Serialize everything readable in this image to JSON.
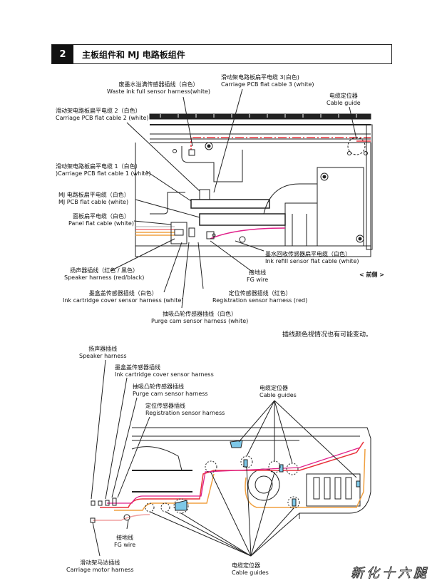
{
  "section": {
    "number": "2",
    "title": "主板组件和 MJ 电路板组件"
  },
  "top_labels": {
    "waste_ink": {
      "zh": "废墨水溢满传感器插线（白色）",
      "en": "Waste ink  full sensor harness(white)"
    },
    "carriage_pcb_3": {
      "zh": "滑动架电路板扁平电缆 3(白色)",
      "en": "Carriage PCB flat cable 3 (white)"
    },
    "cable_guide": {
      "zh": "电缆定位器",
      "en": "Cable guide"
    },
    "carriage_pcb_2": {
      "zh": "滑动架电路板扁平电缆 2（白色）",
      "en": "Carriage PCB flat cable 2 (white)"
    },
    "carriage_pcb_1": {
      "zh": "滑动架电路板扁平电缆 1（白色）",
      "en": ")Carriage PCB flat cable 1 (white)"
    },
    "mj_pcb": {
      "zh": "MJ 电路板扁平电缆（白色）",
      "en": "MJ PCB flat cable  (white)"
    },
    "panel_flat": {
      "zh": "面板扁平电缆（白色）",
      "en": "Panel flat cable  (white)"
    },
    "ink_refill": {
      "zh": "墨水回收传感器扁平电缆（白色）",
      "en": "Ink refill sensor flat cable  (white)"
    },
    "fg_wire": {
      "zh": "接地线",
      "en": "FG wire"
    },
    "front_side": "< 前侧 >",
    "speaker": {
      "zh": "扬声器插线（红色 / 黑色）",
      "en": "Speaker harness (red/black)"
    },
    "ink_cover": {
      "zh": "墨盒盖传感器插线（白色）",
      "en": "Ink cartridge cover sensor harness (white)"
    },
    "registration": {
      "zh": "定位传感器插线（红色）",
      "en": "Registration sensor harness (red)"
    },
    "purge_cam": {
      "zh": "抽吸凸轮传感器插线（白色）",
      "en": "Purge cam sensor harness (white)"
    }
  },
  "note": "插线颜色视情况也有可能变动。",
  "bottom_labels": {
    "speaker": {
      "zh": "扬声器插线",
      "en": "Speaker harness"
    },
    "ink_cover": {
      "zh": "墨盒盖传感器插线",
      "en": "Ink cartridge cover sensor harness"
    },
    "purge_cam": {
      "zh": "抽吸凸轮传感器插线",
      "en": "Purge cam sensor harness"
    },
    "registration": {
      "zh": "定位传感器插线",
      "en": "Registration sensor harness"
    },
    "cable_guides_top": {
      "zh": "电缆定位器",
      "en": "Cable guides"
    },
    "fg_wire": {
      "zh": "接地线",
      "en": "FG wire"
    },
    "carriage_motor": {
      "zh": "滑动架马达插线",
      "en": "Carriage motor harness"
    },
    "cable_guides_bottom": {
      "zh": "电缆定位器",
      "en": "Cable guides"
    }
  },
  "watermark": "新化十六腿",
  "colors": {
    "red_cable": "#e8303a",
    "magenta_cable": "#e0208a",
    "orange_cable": "#f0a040",
    "guide_blue": "#7ec8e8"
  }
}
